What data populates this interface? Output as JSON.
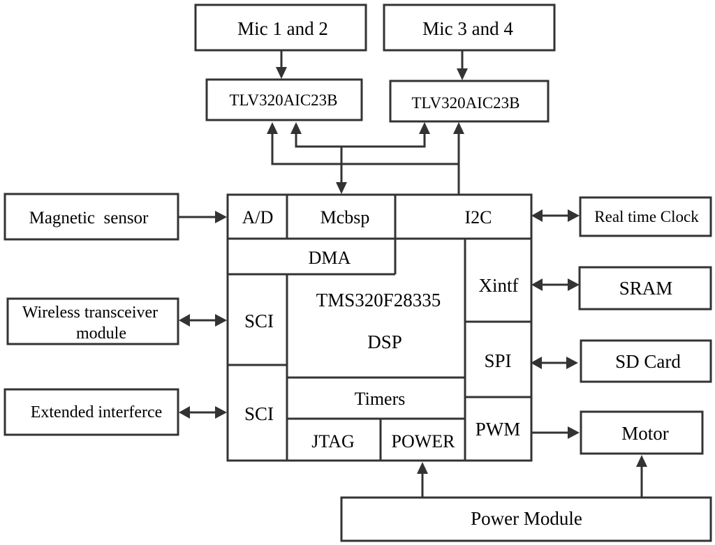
{
  "diagram": {
    "type": "block-diagram",
    "colors": {
      "stroke": "#333333",
      "text": "#000000",
      "background": "#ffffff"
    },
    "external": {
      "mic12": "Mic 1 and 2",
      "mic34": "Mic 3 and 4",
      "codec1": "TLV320AIC23B",
      "codec2": "TLV320AIC23B",
      "magnetic_sensor": "Magnetic  sensor",
      "wireless_line1": "Wireless transceiver",
      "wireless_line2": "module",
      "extended_interface": "Extended interferce",
      "rtc": "Real time Clock",
      "sram": "SRAM",
      "sd_card": "SD Card",
      "motor": "Motor",
      "power_module": "Power Module"
    },
    "dsp": {
      "ad": "A/D",
      "mcbsp": "Mcbsp",
      "i2c": "I2C",
      "dma": "DMA",
      "core_line1": "TMS320F28335",
      "core_line2": "DSP",
      "sci1": "SCI",
      "sci2": "SCI",
      "xintf": "Xintf",
      "spi": "SPI",
      "timers": "Timers",
      "jtag": "JTAG",
      "power": "POWER",
      "pwm": "PWM"
    },
    "connections": [
      {
        "from": "Mic 1 and 2",
        "to": "TLV320AIC23B (1)",
        "dir": "one-way"
      },
      {
        "from": "Mic 3 and 4",
        "to": "TLV320AIC23B (2)",
        "dir": "one-way"
      },
      {
        "from": "Mcbsp",
        "to": "TLV320AIC23B (1), TLV320AIC23B (2)",
        "dir": "bidirectional"
      },
      {
        "from": "I2C",
        "to": "TLV320AIC23B (1), TLV320AIC23B (2)",
        "dir": "one-way"
      },
      {
        "from": "Magnetic sensor",
        "to": "A/D",
        "dir": "one-way"
      },
      {
        "from": "Wireless transceiver module",
        "to": "SCI",
        "dir": "bidirectional"
      },
      {
        "from": "Extended interferce",
        "to": "SCI",
        "dir": "bidirectional"
      },
      {
        "from": "I2C",
        "to": "Real time Clock",
        "dir": "bidirectional"
      },
      {
        "from": "Xintf",
        "to": "SRAM",
        "dir": "bidirectional"
      },
      {
        "from": "SPI",
        "to": "SD Card",
        "dir": "bidirectional"
      },
      {
        "from": "PWM",
        "to": "Motor",
        "dir": "one-way"
      },
      {
        "from": "Power Module",
        "to": "POWER",
        "dir": "one-way"
      },
      {
        "from": "Power Module",
        "to": "Motor",
        "dir": "one-way"
      }
    ]
  }
}
